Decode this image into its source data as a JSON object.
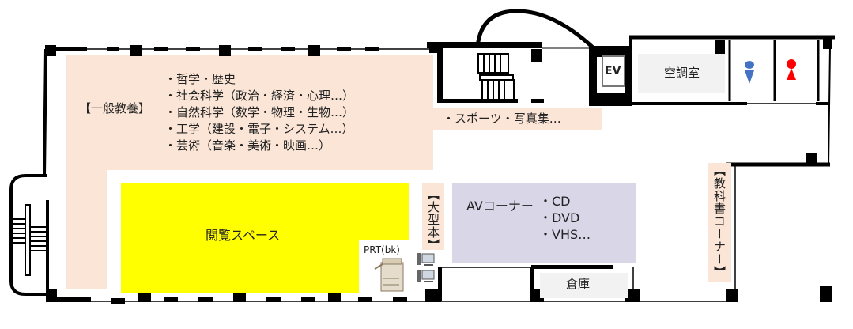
{
  "general": {
    "label": "【一般教養】",
    "items": [
      "・哲学・歴史",
      "・社会科学（政治・経済・心理…）",
      "・自然科学（数学・物理・生物…）",
      "・工学（建設・電子・システム…）",
      "・芸術（音楽・美術・映画…）"
    ],
    "extra": "・スポーツ・写真集…"
  },
  "reading_space": "閲覧スペース",
  "large_books": "【大型本】",
  "av_corner": {
    "label": "AVコーナー",
    "items": [
      "・CD",
      "・DVD",
      "・VHS…"
    ]
  },
  "textbook_corner": "【教科書コーナー】",
  "storage": "倉庫",
  "printer": "PRT(bk)",
  "elevator": "EV",
  "ac_room": "空調室",
  "colors": {
    "general": "#fbe5d6",
    "reading": "#ffff00",
    "av": "#d9d6e8",
    "room": "#f2f2f2",
    "male": "#4472c4",
    "female": "#ff0000"
  }
}
